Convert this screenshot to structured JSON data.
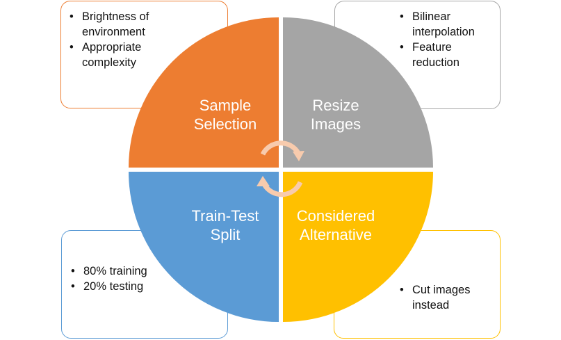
{
  "quadrants": {
    "top_left": {
      "line1": "Sample",
      "line2": "Selection",
      "color": "#ed7d31"
    },
    "top_right": {
      "line1": "Resize",
      "line2": "Images",
      "color": "#a5a5a5"
    },
    "bottom_left": {
      "line1": "Train-Test",
      "line2": "Split",
      "color": "#5b9bd5"
    },
    "bottom_right": {
      "line1": "Considered",
      "line2": "Alternative",
      "color": "#ffc000"
    }
  },
  "notes": {
    "top_left": {
      "items": [
        "Brightness of environment",
        "Appropriate complexity"
      ]
    },
    "top_right": {
      "items": [
        "Bilinear interpolation",
        "Feature reduction"
      ]
    },
    "bottom_left": {
      "items": [
        "80% training",
        "20% testing"
      ]
    },
    "bottom_right": {
      "items": [
        "Cut images instead"
      ]
    }
  },
  "cycle_arrows": {
    "icon": "circular-arrows-icon",
    "color": "#f8cbad"
  }
}
